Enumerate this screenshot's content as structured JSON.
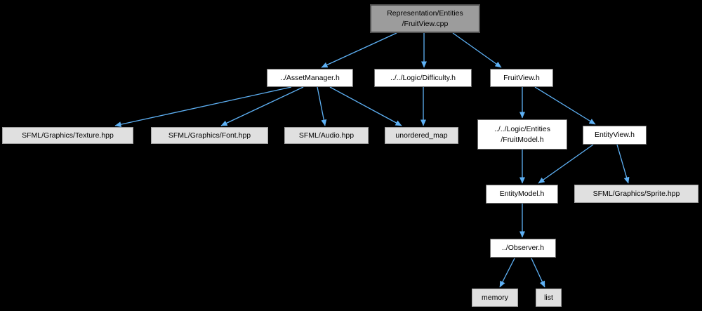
{
  "colors": {
    "background": "#000000",
    "edge": "#5eb1f5",
    "node_current_fill": "#9c9c9c",
    "node_link_fill": "#ffffff",
    "node_leaf_fill": "#e0e0e0",
    "text": "#000000"
  },
  "nodes": [
    {
      "id": "fruitview-cpp",
      "label": "Representation/Entities\n/FruitView.cpp",
      "type": "current"
    },
    {
      "id": "asset-manager",
      "label": "../AssetManager.h",
      "type": "link"
    },
    {
      "id": "difficulty",
      "label": "../../Logic/Difficulty.h",
      "type": "link"
    },
    {
      "id": "fruitview-h",
      "label": "FruitView.h",
      "type": "link"
    },
    {
      "id": "texture-hpp",
      "label": "SFML/Graphics/Texture.hpp",
      "type": "leaf"
    },
    {
      "id": "font-hpp",
      "label": "SFML/Graphics/Font.hpp",
      "type": "leaf"
    },
    {
      "id": "audio-hpp",
      "label": "SFML/Audio.hpp",
      "type": "leaf"
    },
    {
      "id": "unordered-map",
      "label": "unordered_map",
      "type": "leaf"
    },
    {
      "id": "fruitmodel-h",
      "label": "../../Logic/Entities\n/FruitModel.h",
      "type": "link"
    },
    {
      "id": "entityview-h",
      "label": "EntityView.h",
      "type": "link"
    },
    {
      "id": "entitymodel-h",
      "label": "EntityModel.h",
      "type": "link"
    },
    {
      "id": "sprite-hpp",
      "label": "SFML/Graphics/Sprite.hpp",
      "type": "leaf"
    },
    {
      "id": "observer-h",
      "label": "../Observer.h",
      "type": "link"
    },
    {
      "id": "memory",
      "label": "memory",
      "type": "leaf"
    },
    {
      "id": "list",
      "label": "list",
      "type": "leaf"
    }
  ],
  "edges": [
    {
      "from": "fruitview-cpp",
      "to": "asset-manager"
    },
    {
      "from": "fruitview-cpp",
      "to": "difficulty"
    },
    {
      "from": "fruitview-cpp",
      "to": "fruitview-h"
    },
    {
      "from": "asset-manager",
      "to": "texture-hpp"
    },
    {
      "from": "asset-manager",
      "to": "font-hpp"
    },
    {
      "from": "asset-manager",
      "to": "audio-hpp"
    },
    {
      "from": "asset-manager",
      "to": "unordered-map"
    },
    {
      "from": "difficulty",
      "to": "unordered-map"
    },
    {
      "from": "fruitview-h",
      "to": "fruitmodel-h"
    },
    {
      "from": "fruitview-h",
      "to": "entityview-h"
    },
    {
      "from": "fruitmodel-h",
      "to": "entitymodel-h"
    },
    {
      "from": "entityview-h",
      "to": "entitymodel-h"
    },
    {
      "from": "entityview-h",
      "to": "sprite-hpp"
    },
    {
      "from": "entitymodel-h",
      "to": "observer-h"
    },
    {
      "from": "observer-h",
      "to": "memory"
    },
    {
      "from": "observer-h",
      "to": "list"
    }
  ]
}
